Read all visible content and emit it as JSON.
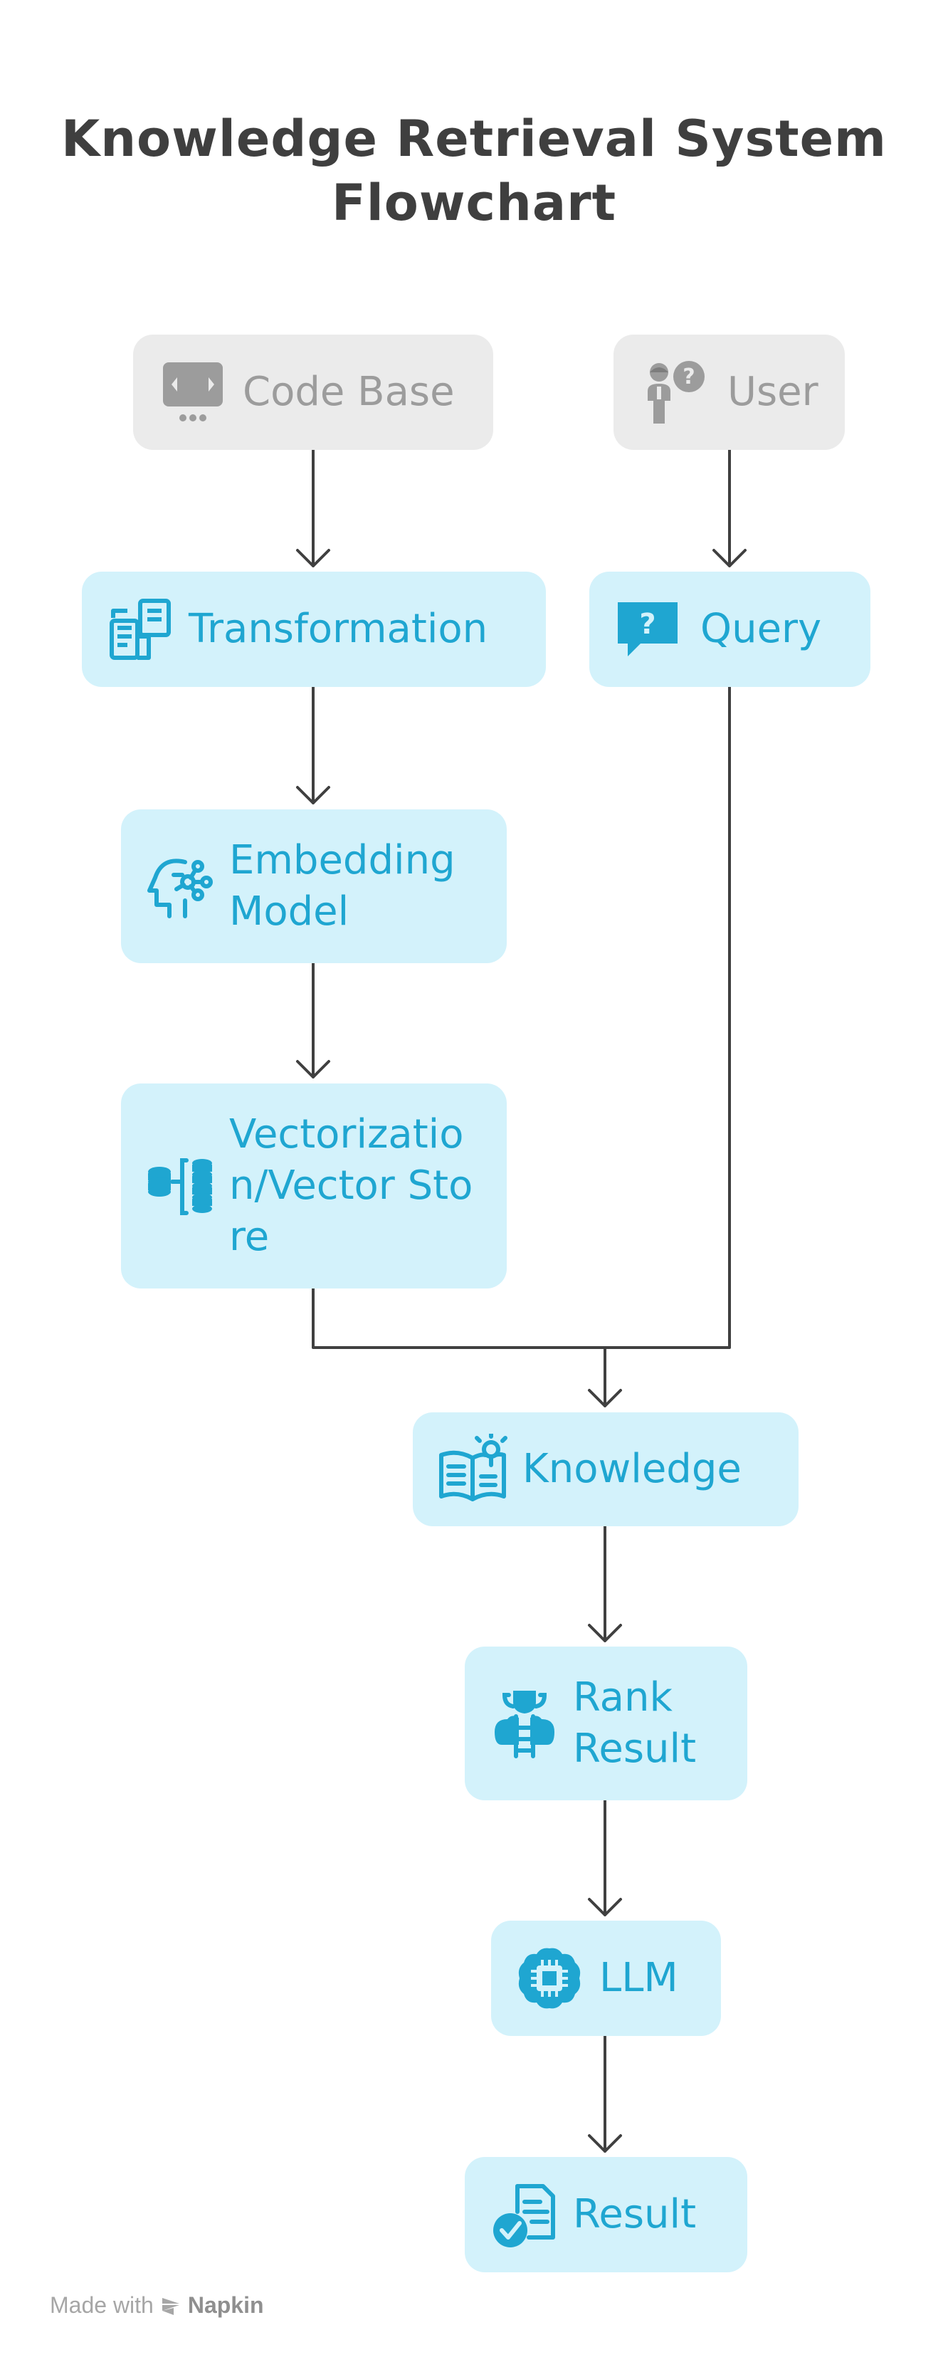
{
  "title": {
    "line1": "Knowledge Retrieval System",
    "line2": "Flowchart"
  },
  "nodes": {
    "code_base": {
      "label": "Code Base",
      "icon": "code-panel-icon"
    },
    "user": {
      "label": "User",
      "icon": "user-question-icon"
    },
    "transformation": {
      "label": "Transformation",
      "icon": "transformation-icon"
    },
    "query": {
      "label": "Query",
      "icon": "question-bubble-icon"
    },
    "embedding_model": {
      "label": "Embedding Model",
      "icon": "ai-head-icon"
    },
    "vector_store": {
      "label": "Vectorization/Vector Store",
      "icon": "database-stack-icon"
    },
    "knowledge": {
      "label": "Knowledge",
      "icon": "book-idea-icon"
    },
    "rank_result": {
      "label": "Rank Result",
      "icon": "trophy-ladder-icon"
    },
    "llm": {
      "label": "LLM",
      "icon": "chip-brain-icon"
    },
    "result": {
      "label": "Result",
      "icon": "document-check-icon"
    }
  },
  "colors": {
    "node_fill": "#d3f2fb",
    "node_text": "#1fa6d1",
    "source_fill": "#ebebeb",
    "source_text": "#9c9c9c",
    "arrow": "#404040",
    "title": "#3f3f3f"
  },
  "footer": {
    "made_with": "Made with",
    "brand": "Napkin"
  }
}
